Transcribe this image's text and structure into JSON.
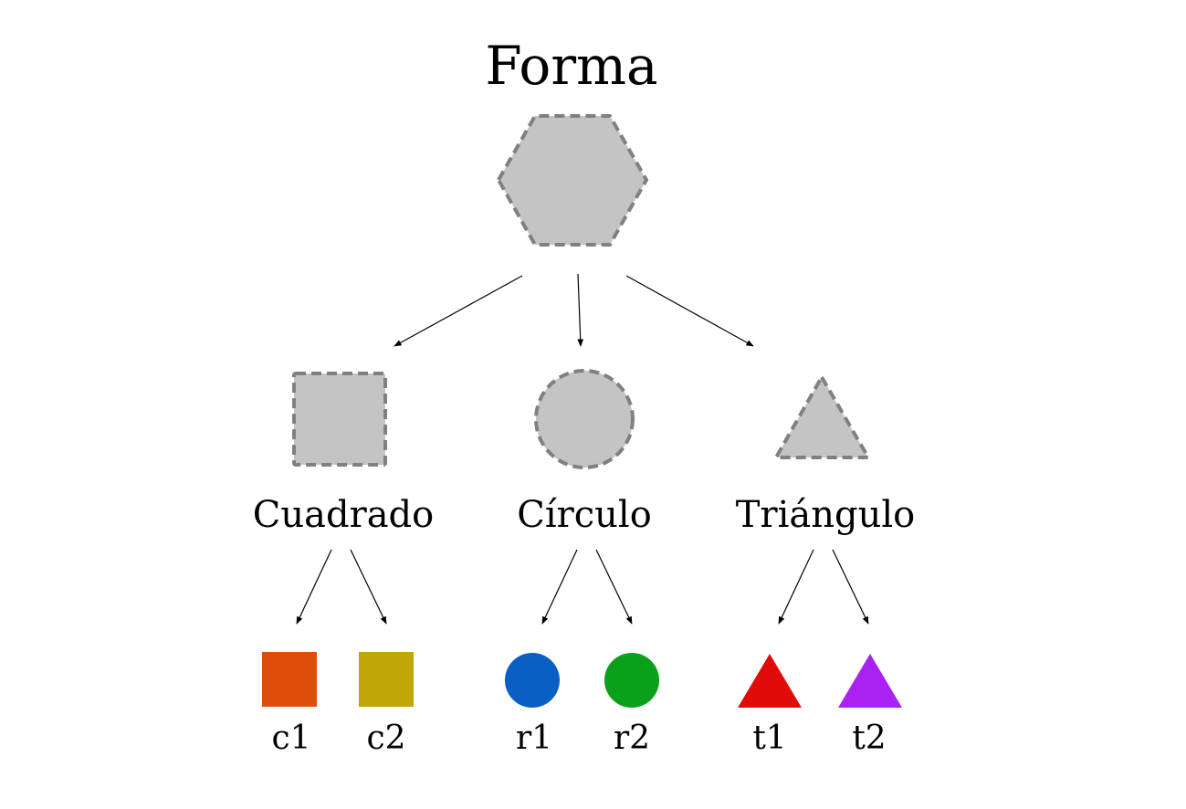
{
  "root": {
    "label": "Forma",
    "shape": "hexagon-icon"
  },
  "style": {
    "abstract_fill": "#c4c4c4",
    "abstract_stroke": "#808080",
    "edge_color": "#000000"
  },
  "categories": [
    {
      "label": "Cuadrado",
      "shape": "square-icon",
      "children": [
        {
          "label": "c1",
          "shape": "square-icon",
          "color": "#dc4e0a"
        },
        {
          "label": "c2",
          "shape": "square-icon",
          "color": "#c1a607"
        }
      ]
    },
    {
      "label": "Círculo",
      "shape": "circle-icon",
      "children": [
        {
          "label": "r1",
          "shape": "circle-icon",
          "color": "#0a5fc4"
        },
        {
          "label": "r2",
          "shape": "circle-icon",
          "color": "#0aa01a"
        }
      ]
    },
    {
      "label": "Triángulo",
      "shape": "triangle-icon",
      "children": [
        {
          "label": "t1",
          "shape": "triangle-icon",
          "color": "#e00b0b"
        },
        {
          "label": "t2",
          "shape": "triangle-icon",
          "color": "#aa22f2"
        }
      ]
    }
  ]
}
